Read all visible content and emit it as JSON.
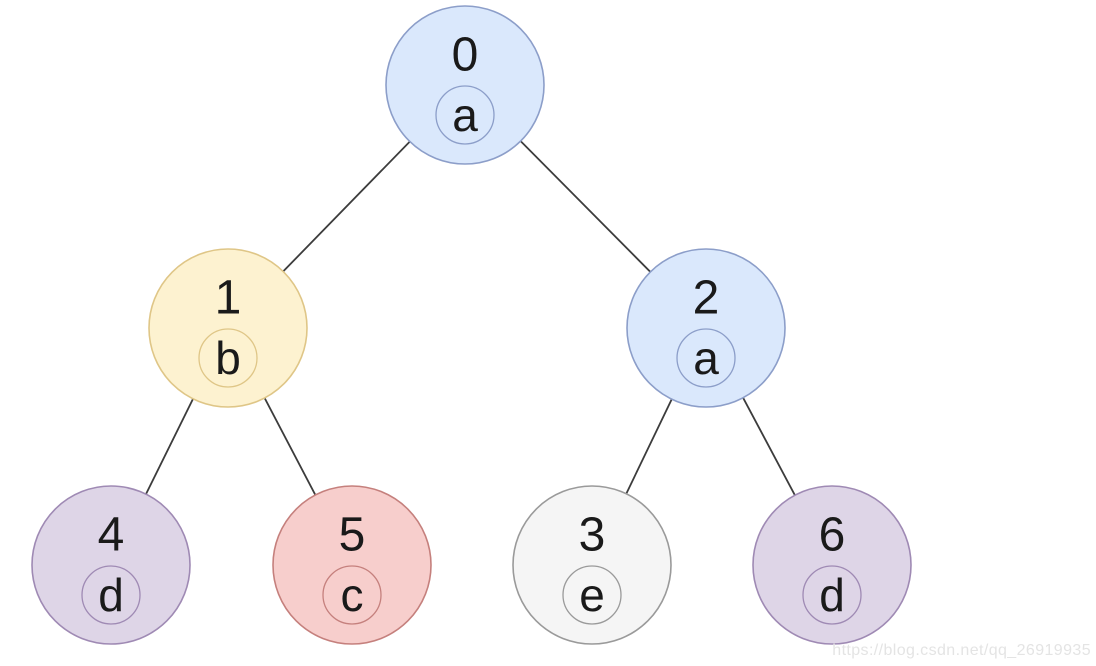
{
  "page": {
    "background": "#ffffff"
  },
  "watermark": {
    "text": "https://blog.csdn.net/qq_26919935",
    "color": "#e4e4e4"
  },
  "tree": {
    "type": "binary-tree",
    "edge_color": "#3c3c3c",
    "text_color": "#1a1a1a",
    "nodes": [
      {
        "id": "0",
        "letter": "a",
        "color_name": "blue",
        "fill": "#dae8fc",
        "stroke": "#8c9ec9"
      },
      {
        "id": "1",
        "letter": "b",
        "color_name": "yellow",
        "fill": "#fdf2d0",
        "stroke": "#dfc687"
      },
      {
        "id": "2",
        "letter": "a",
        "color_name": "blue",
        "fill": "#dae8fc",
        "stroke": "#8c9ec9"
      },
      {
        "id": "4",
        "letter": "d",
        "color_name": "purple",
        "fill": "#ded5e7",
        "stroke": "#9f8ab4"
      },
      {
        "id": "5",
        "letter": "c",
        "color_name": "red",
        "fill": "#f7cecc",
        "stroke": "#c5807d"
      },
      {
        "id": "3",
        "letter": "e",
        "color_name": "gray",
        "fill": "#f5f5f5",
        "stroke": "#9a9a9a"
      },
      {
        "id": "6",
        "letter": "d",
        "color_name": "purple",
        "fill": "#ded5e7",
        "stroke": "#9f8ab4"
      }
    ],
    "edges": [
      {
        "from": "0",
        "to": "1"
      },
      {
        "from": "0",
        "to": "2"
      },
      {
        "from": "1",
        "to": "4"
      },
      {
        "from": "1",
        "to": "5"
      },
      {
        "from": "2",
        "to": "3"
      },
      {
        "from": "2",
        "to": "6"
      }
    ]
  }
}
